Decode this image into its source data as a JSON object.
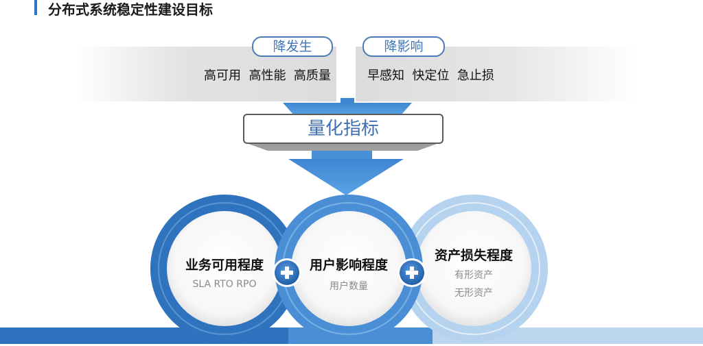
{
  "page": {
    "title": "分布式系统稳定性建设目标"
  },
  "goals": {
    "left": {
      "pill": "降发生",
      "text": "高可用  高性能  高质量"
    },
    "right": {
      "pill": "降影响",
      "text": "早感知  快定位  急止损"
    }
  },
  "center": {
    "label": "量化指标"
  },
  "circles": [
    {
      "title": "业务可用程度",
      "sub": "SLA RTO RPO"
    },
    {
      "title": "用户影响程度",
      "sub": "用户数量"
    },
    {
      "title": "资产损失程度",
      "sub": [
        "有形资产",
        "无形资产"
      ]
    }
  ],
  "plus_icons": [
    "plus-icon",
    "plus-icon"
  ],
  "colors": {
    "dark_blue": "#2f72bd",
    "mid_blue": "#4a8fd6",
    "light_blue": "#b5d2ee",
    "pill_border": "#4a7ab8",
    "accent": "#2a78c8"
  }
}
